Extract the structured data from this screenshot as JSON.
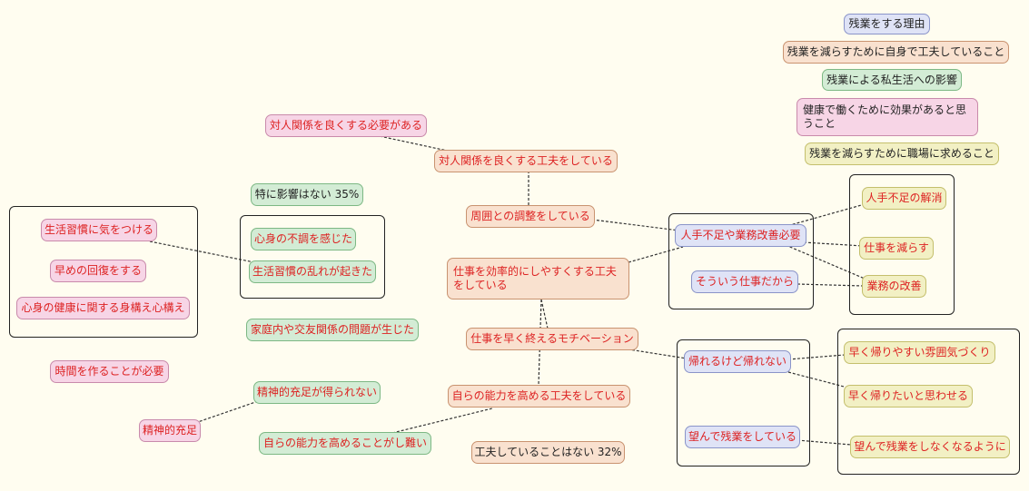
{
  "legend": [
    "残業をする理由",
    "残業を減らすために自身で工夫していること",
    "残業による私生活への影響",
    "健康で働くために効果があると思うこと",
    "残業を減らすために職場に求めること"
  ],
  "nodes": {
    "taijin_need": "対人関係を良くする必要がある",
    "taijin_kufu": "対人関係を良くする工夫をしている",
    "no_effect": "特に影響はない 35%",
    "shuui_chosei": "周囲との調整をしている",
    "seikatsu_ki": "生活習慣に気をつける",
    "fucho": "心身の不調を感じた",
    "midare": "生活習慣の乱れが起きた",
    "kaifuku": "早めの回復をする",
    "kokorogamae": "心身の健康に関する身構え心構え",
    "koritsu": "仕事を効率的にしやすくする工夫をしている",
    "katei": "家庭内や交友関係の問題が生じた",
    "motivation": "仕事を早く終えるモチベーション",
    "jikan": "時間を作ることが必要",
    "jujitsu_nai": "精神的充足が得られない",
    "noryoku_kufu": "自らの能力を高める工夫をしている",
    "jujitsu": "精神的充足",
    "noryoku_muzu": "自らの能力を高めることがし難い",
    "kufu_nai": "工夫していることはない 32%",
    "hitode_kaizen": "人手不足や業務改善必要",
    "sou_shigoto": "そういう仕事だから",
    "kaerenai": "帰れるけど帰れない",
    "nozonde": "望んで残業をしている",
    "hitode_kaisho": "人手不足の解消",
    "shigoto_herasu": "仕事を減らす",
    "gyomu_kaizen": "業務の改善",
    "funiki": "早く帰りやすい雰囲気づくり",
    "omowaseru": "早く帰りたいと思わせる",
    "nozonde_nakusu": "望んで残業をしなくなるように"
  },
  "colors": {
    "pink": "#f7d5e6",
    "green": "#d3ecd5",
    "peach": "#f9e1cf",
    "blue": "#dfe3f6",
    "yellow": "#f2f0c4",
    "text_red": "#dd2222",
    "background": "#fffdf0"
  }
}
